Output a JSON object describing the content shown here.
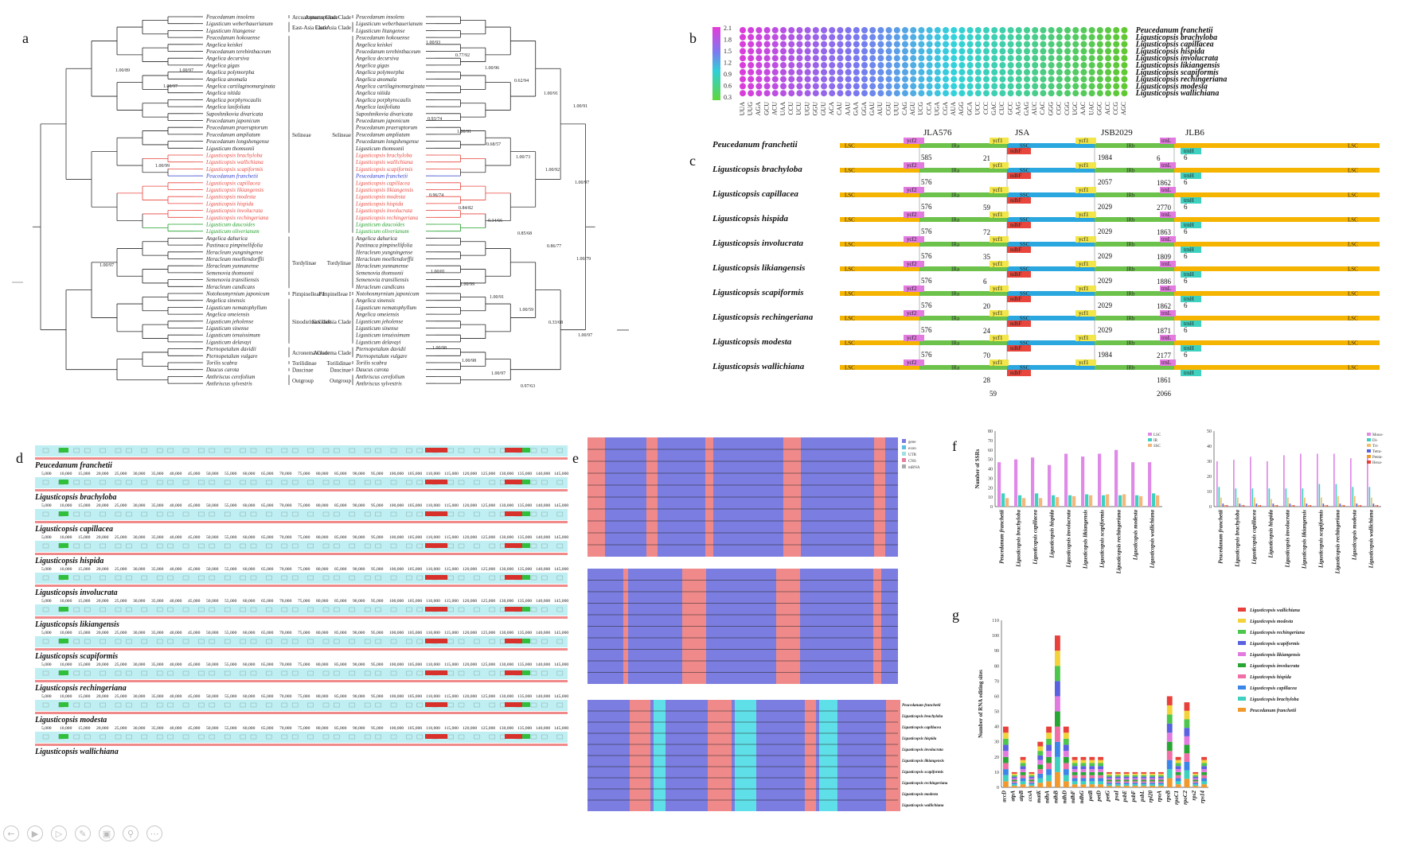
{
  "labels": {
    "a": "a",
    "b": "b",
    "c": "c",
    "d": "d",
    "e": "e",
    "f": "f",
    "g": "g"
  },
  "colors": {
    "red": "#e8453c",
    "blue": "#2e3cc9",
    "green": "#22a02a",
    "lsc": "#f5b400",
    "ir": "#6cc24a",
    "ssc": "#2aa7de",
    "cyan_bg": "#bfeff2",
    "salmon": "#f08a8a",
    "purple": "#7b7de0"
  },
  "species": [
    "Peucedanum franchetii",
    "Ligusticopsis brachyloba",
    "Ligusticopsis capillacea",
    "Ligusticopsis hispida",
    "Ligusticopsis involucrata",
    "Ligusticopsis likiangensis",
    "Ligusticopsis scapiformis",
    "Ligusticopsis rechingeriana",
    "Ligusticopsis modesta",
    "Ligusticopsis wallichiana"
  ],
  "panel_a": {
    "clades": [
      "Arcuatopterus Clade",
      "East-Asia Clade",
      "Selineae",
      "Tordylinae",
      "Pimpinelleae I",
      "Sinodielsia Clade",
      "Acronema Clade",
      "Torilidinae",
      "Daucinae",
      "Outgroup"
    ],
    "taxa": [
      {
        "name": "Peucedanum insolens",
        "color": "black"
      },
      {
        "name": "Ligusticum weberbauerianum",
        "color": "black"
      },
      {
        "name": "Ligusticum litangense",
        "color": "black"
      },
      {
        "name": "Peucedanum hokouense",
        "color": "black"
      },
      {
        "name": "Angelica keiskei",
        "color": "black"
      },
      {
        "name": "Peucedanum terebinthaceum",
        "color": "black"
      },
      {
        "name": "Angelica decursiva",
        "color": "black"
      },
      {
        "name": "Angelica gigas",
        "color": "black"
      },
      {
        "name": "Angelica polymorpha",
        "color": "black"
      },
      {
        "name": "Angelica anomala",
        "color": "black"
      },
      {
        "name": "Angelica cartilaginomarginata",
        "color": "black"
      },
      {
        "name": "Angelica nitida",
        "color": "black"
      },
      {
        "name": "Angelica porphyrocaulis",
        "color": "black"
      },
      {
        "name": "Angelica laxifoliata",
        "color": "black"
      },
      {
        "name": "Saposhnikovia divaricata",
        "color": "black"
      },
      {
        "name": "Peucedanum japonicum",
        "color": "black"
      },
      {
        "name": "Peucedanum praeruptorum",
        "color": "black"
      },
      {
        "name": "Peucedanum ampliatum",
        "color": "black"
      },
      {
        "name": "Peucedanum longshengense",
        "color": "black"
      },
      {
        "name": "Ligusticum thomsonii",
        "color": "black"
      },
      {
        "name": "Ligusticopsis brachyloba",
        "color": "red"
      },
      {
        "name": "Ligusticopsis wallichiana",
        "color": "red"
      },
      {
        "name": "Ligusticopsis scapiformis",
        "color": "red"
      },
      {
        "name": "Peucedanum franchetii",
        "color": "blue"
      },
      {
        "name": "Ligusticopsis capillacea",
        "color": "red"
      },
      {
        "name": "Ligusticopsis likiangensis",
        "color": "red"
      },
      {
        "name": "Ligusticopsis modesta",
        "color": "red"
      },
      {
        "name": "Ligusticopsis hispida",
        "color": "red"
      },
      {
        "name": "Ligusticopsis involucrata",
        "color": "red"
      },
      {
        "name": "Ligusticopsis rechingeriana",
        "color": "red"
      },
      {
        "name": "Ligusticum daucoides",
        "color": "green"
      },
      {
        "name": "Ligusticum oliverianum",
        "color": "green"
      },
      {
        "name": "Angelica dahurica",
        "color": "black"
      },
      {
        "name": "Pastinaca pimpinellifolia",
        "color": "black"
      },
      {
        "name": "Heracleum yungningense",
        "color": "black"
      },
      {
        "name": "Heracleum moellendorffii",
        "color": "black"
      },
      {
        "name": "Heracleum yunnanense",
        "color": "black"
      },
      {
        "name": "Semenovia thomsonii",
        "color": "black"
      },
      {
        "name": "Semenovia transiliensis",
        "color": "black"
      },
      {
        "name": "Heracleum candicans",
        "color": "black"
      },
      {
        "name": "Notohosmyrnium japonicum",
        "color": "black"
      },
      {
        "name": "Angelica sinensis",
        "color": "black"
      },
      {
        "name": "Ligusticum nematophyllum",
        "color": "black"
      },
      {
        "name": "Angelica omeiensis",
        "color": "black"
      },
      {
        "name": "Ligusticum jeholense",
        "color": "black"
      },
      {
        "name": "Ligusticum sinense",
        "color": "black"
      },
      {
        "name": "Ligusticum tenuissimum",
        "color": "black"
      },
      {
        "name": "Ligusticum delavayi",
        "color": "black"
      },
      {
        "name": "Pternopetalum davidii",
        "color": "black"
      },
      {
        "name": "Pternopetalum vulgare",
        "color": "black"
      },
      {
        "name": "Torilis scabra",
        "color": "black"
      },
      {
        "name": "Daucus carota",
        "color": "black"
      },
      {
        "name": "Anthriscus cerefolium",
        "color": "black"
      },
      {
        "name": "Anthriscus sylvestris",
        "color": "black"
      }
    ],
    "support_left": [
      "1.00/89",
      "1.00/97",
      "1.00/97",
      "1.00/99",
      "1.00/97"
    ],
    "support_right": [
      "1.00/93",
      "0.77/92",
      "1.00/96",
      "0.62/94",
      "1.00/91",
      "1.00/91",
      "0.93/74",
      "1.00/91",
      "0.68/57",
      "1.00/73",
      "1.00/92",
      "1.00/97",
      "0.96/74",
      "0.84/82",
      "0.34/66",
      "0.85/68",
      "0.86/77",
      "1.00/79",
      "1.00/81",
      "1.00/99",
      "1.00/91",
      "1.00/59",
      "0.33/68",
      "1.00/97",
      "1.00/98",
      "1.00/98",
      "1.00/97",
      "0.97/63"
    ]
  },
  "panel_b": {
    "legend_values": [
      "2.1",
      "1.8",
      "1.5",
      "1.2",
      "0.9",
      "0.6",
      "0.3"
    ],
    "codons": [
      "UUA",
      "UUG",
      "AGA",
      "GCU",
      "ACU",
      "UAA",
      "CCU",
      "UCU",
      "UGU",
      "GGU",
      "GUU",
      "ACA",
      "CAU",
      "AAU",
      "GAA",
      "GGA",
      "GAU",
      "AUU",
      "CGU",
      "UUU",
      "CAG",
      "AGU",
      "UCG",
      "CCA",
      "UGA",
      "CGA",
      "AUA",
      "AGG",
      "GCA",
      "UCC",
      "CCC",
      "GAC",
      "CUC",
      "GCC",
      "AAG",
      "GAG",
      "AUC",
      "CAC",
      "GGG",
      "CGC",
      "CGG",
      "UGC",
      "AAC",
      "UAC",
      "GGC",
      "ACC",
      "CCG",
      "AGC"
    ],
    "rows": 10
  },
  "panel_c": {
    "junctions": [
      "JLA",
      "JSA",
      "JSB",
      "JLB"
    ],
    "junction_nums": [
      "576",
      "2029",
      "6"
    ],
    "region_labels": {
      "lsc": "LSC",
      "ira": "IRa",
      "ssc": "SSC",
      "irb": "IRb"
    },
    "gene_labels": {
      "ycf2": "ycf2",
      "ycf1": "ycf1",
      "ndhF": "ndhF",
      "trnL": "trnL",
      "trnH": "trnH"
    },
    "rows": [
      {
        "species": "Peucedanum franchetii",
        "a": "",
        "b": "21",
        "c": "",
        "d": "6",
        "e": ""
      },
      {
        "species": "Ligusticopsis brachyloba",
        "a": "585",
        "b": "",
        "c": "1984",
        "d": "1862",
        "e": "6"
      },
      {
        "species": "Ligusticopsis capillacea",
        "a": "576",
        "b": "59",
        "c": "2057",
        "d": "2770",
        "e": "6"
      },
      {
        "species": "Ligusticopsis hispida",
        "a": "576",
        "b": "72",
        "c": "2029",
        "d": "1863",
        "e": "6"
      },
      {
        "species": "Ligusticopsis involucrata",
        "a": "576",
        "b": "35",
        "c": "2029",
        "d": "1809",
        "e": "6"
      },
      {
        "species": "Ligusticopsis likiangensis",
        "a": "576",
        "b": "6",
        "c": "2029",
        "d": "1886",
        "e": "6"
      },
      {
        "species": "Ligusticopsis scapiformis",
        "a": "576",
        "b": "20",
        "c": "2029",
        "d": "1862",
        "e": "6"
      },
      {
        "species": "Ligusticopsis rechingeriana",
        "a": "576",
        "b": "24",
        "c": "2029",
        "d": "1871",
        "e": "6"
      },
      {
        "species": "Ligusticopsis modesta",
        "a": "576",
        "b": "70",
        "c": "2029",
        "d": "2177",
        "e": "6"
      },
      {
        "species": "Ligusticopsis wallichiana",
        "a": "576",
        "b": "28",
        "c": "1984",
        "d": "1861",
        "e": "6"
      }
    ],
    "bottom_nums": [
      "59",
      "2066"
    ]
  },
  "panel_d": {
    "axis_ticks": [
      "5,000",
      "10,000",
      "15,000",
      "20,000",
      "25,000",
      "30,000",
      "35,000",
      "40,000",
      "45,000",
      "50,000",
      "55,000",
      "60,000",
      "65,000",
      "70,000",
      "75,000",
      "80,000",
      "85,000",
      "90,000",
      "95,000",
      "100,000",
      "105,000",
      "110,000",
      "115,000",
      "120,000",
      "125,000",
      "130,000",
      "135,000",
      "140,000",
      "145,000"
    ]
  },
  "panel_e": {
    "legend": [
      "gene",
      "exon",
      "UTR",
      "CNS",
      "mRNA"
    ]
  },
  "panel_f": {
    "left": {
      "ylabel": "Number of SSRs",
      "legend": [
        "LSC",
        "IR",
        "SSC"
      ],
      "yticks": [
        "0",
        "10",
        "20",
        "30",
        "40",
        "50",
        "60",
        "70",
        "80"
      ],
      "values": [
        [
          47,
          14,
          9
        ],
        [
          50,
          12,
          9
        ],
        [
          52,
          14,
          9
        ],
        [
          44,
          12,
          10
        ],
        [
          56,
          12,
          11
        ],
        [
          53,
          13,
          12
        ],
        [
          56,
          12,
          13
        ],
        [
          60,
          12,
          13
        ],
        [
          47,
          12,
          11
        ],
        [
          47,
          14,
          12
        ]
      ]
    },
    "right": {
      "legend": [
        "Mono-",
        "Di-",
        "Tri-",
        "Tetra-",
        "Penta-",
        "Hexa-"
      ],
      "yticks": [
        "0",
        "10",
        "20",
        "30",
        "40",
        "50"
      ],
      "values": [
        [
          30,
          13,
          6,
          2,
          1,
          1
        ],
        [
          31,
          12,
          6,
          2,
          1,
          1
        ],
        [
          33,
          12,
          6,
          2,
          1,
          1
        ],
        [
          30,
          12,
          5,
          2,
          1,
          1
        ],
        [
          34,
          12,
          6,
          2,
          1,
          1
        ],
        [
          35,
          12,
          6,
          2,
          1,
          1
        ],
        [
          35,
          15,
          6,
          2,
          1,
          1
        ],
        [
          35,
          15,
          7,
          2,
          1,
          1
        ],
        [
          32,
          13,
          7,
          2,
          1,
          1
        ],
        [
          34,
          13,
          6,
          2,
          1,
          1
        ]
      ]
    }
  },
  "panel_g": {
    "ylabel": "Number of RNA editing sites",
    "yticks": [
      "0",
      "10",
      "20",
      "30",
      "40",
      "50",
      "60",
      "70",
      "80",
      "90",
      "100",
      "110"
    ],
    "genes": [
      "accD",
      "atpA",
      "atpB",
      "ccsA",
      "matK",
      "ndhA",
      "ndhB",
      "ndhD",
      "ndhF",
      "ndhG",
      "petB",
      "petD",
      "petG",
      "psaI",
      "psbE",
      "psbF",
      "psbL",
      "rpl20",
      "rpoA",
      "rpoB",
      "rpoC1",
      "rpoC2",
      "rps2",
      "rps14"
    ],
    "totals": [
      40,
      10,
      20,
      10,
      30,
      40,
      100,
      40,
      20,
      20,
      20,
      20,
      10,
      10,
      10,
      10,
      10,
      10,
      10,
      60,
      20,
      56,
      10,
      20
    ],
    "legend": [
      "Ligusticopsis wallichiana",
      "Ligusticopsis modesta",
      "Ligusticopsis rechingeriana",
      "Ligusticopsis scapiformis",
      "Ligusticopsis likiangensis",
      "Ligusticopsis involucrata",
      "Ligusticopsis hispida",
      "Ligusticopsis capillacea",
      "Ligusticopsis brachyloba",
      "Peucedanum franchetii"
    ],
    "legend_colors": [
      "#e8403a",
      "#f3d33b",
      "#4dc64d",
      "#5a62e0",
      "#e27ae0",
      "#27a634",
      "#ef6fa6",
      "#3b86e8",
      "#3fd1c0",
      "#f2992e"
    ]
  }
}
